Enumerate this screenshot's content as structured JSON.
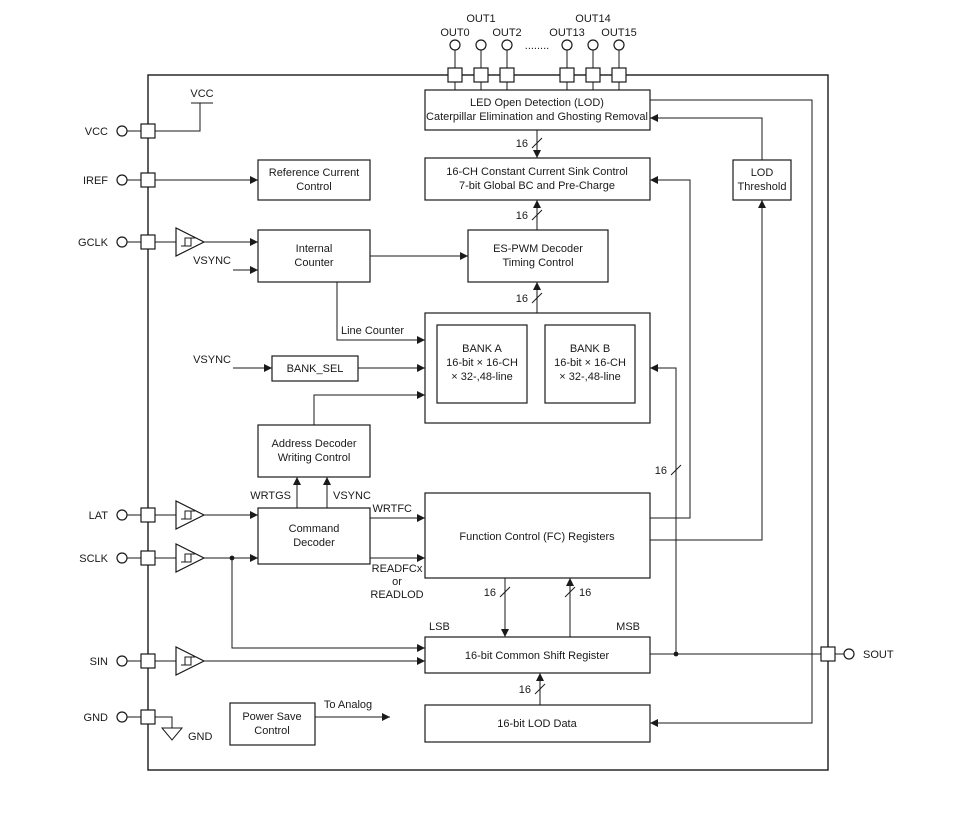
{
  "pins": {
    "top": [
      "OUT0",
      "OUT1",
      "OUT2",
      "OUT13",
      "OUT14",
      "OUT15"
    ],
    "top_ellipsis": "........",
    "left": [
      "VCC",
      "IREF",
      "GCLK",
      "LAT",
      "SCLK",
      "SIN",
      "GND"
    ],
    "right": [
      "SOUT"
    ]
  },
  "blocks": {
    "lod": {
      "l1": "LED Open Detection (LOD)",
      "l2": "Caterpillar Elimination and Ghosting Removal"
    },
    "ref": {
      "l1": "Reference Current",
      "l2": "Control"
    },
    "sink": {
      "l1": "16-CH Constant Current Sink Control",
      "l2": "7-bit Global BC and Pre-Charge"
    },
    "lod_threshold": {
      "l1": "LOD",
      "l2": "Threshold"
    },
    "counter": {
      "l1": "Internal",
      "l2": "Counter"
    },
    "espwm": {
      "l1": "ES-PWM Decoder",
      "l2": "Timing Control"
    },
    "bank_a": {
      "l1": "BANK A",
      "l2": "16-bit × 16-CH",
      "l3": "× 32-,48-line"
    },
    "bank_b": {
      "l1": "BANK B",
      "l2": "16-bit × 16-CH",
      "l3": "× 32-,48-line"
    },
    "bank_sel": {
      "l1": "BANK_SEL"
    },
    "addr": {
      "l1": "Address Decoder",
      "l2": "Writing Control"
    },
    "cmd": {
      "l1": "Command",
      "l2": "Decoder"
    },
    "fc": {
      "l1": "Function Control (FC) Registers"
    },
    "shift": {
      "l1": "16-bit Common Shift Register"
    },
    "lod_data": {
      "l1": "16-bit LOD Data"
    },
    "power_save": {
      "l1": "Power Save",
      "l2": "Control"
    }
  },
  "labels": {
    "vcc_rail": "VCC",
    "gnd_rail": "GND",
    "vsync": "VSYNC",
    "line_counter": "Line Counter",
    "wrtgs": "WRTGS",
    "wrtfc": "WRTFC",
    "readfcx": "READFCx",
    "or": "or",
    "readlod": "READLOD",
    "lsb": "LSB",
    "msb": "MSB",
    "to_analog": "To Analog",
    "bus_width": "16"
  },
  "colors": {
    "line": "#1a1a1a",
    "background": "#ffffff"
  }
}
